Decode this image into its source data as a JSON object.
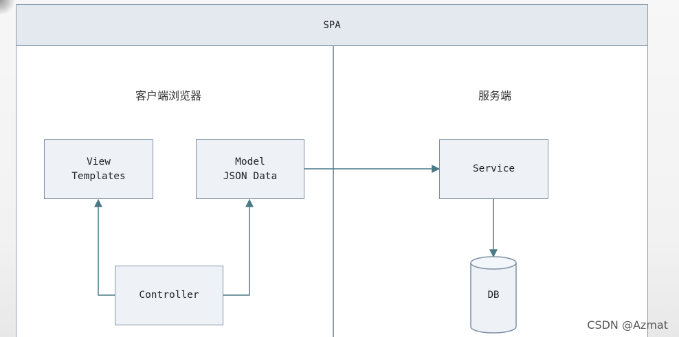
{
  "header": {
    "title": "SPA"
  },
  "client": {
    "title": "客户端浏览器",
    "view_box": {
      "line1": "View",
      "line2": "Templates"
    },
    "model_box": {
      "line1": "Model",
      "line2": "JSON Data"
    },
    "controller_box": {
      "label": "Controller"
    }
  },
  "server": {
    "title": "服务端",
    "service_box": {
      "label": "Service"
    },
    "db": {
      "label": "DB"
    }
  },
  "watermark": "CSDN @Azmat",
  "colors": {
    "box_fill": "#eef2f7",
    "box_border": "#7d8fa3",
    "header_fill": "#e4e9f0",
    "arrow": "#4a7a86"
  }
}
